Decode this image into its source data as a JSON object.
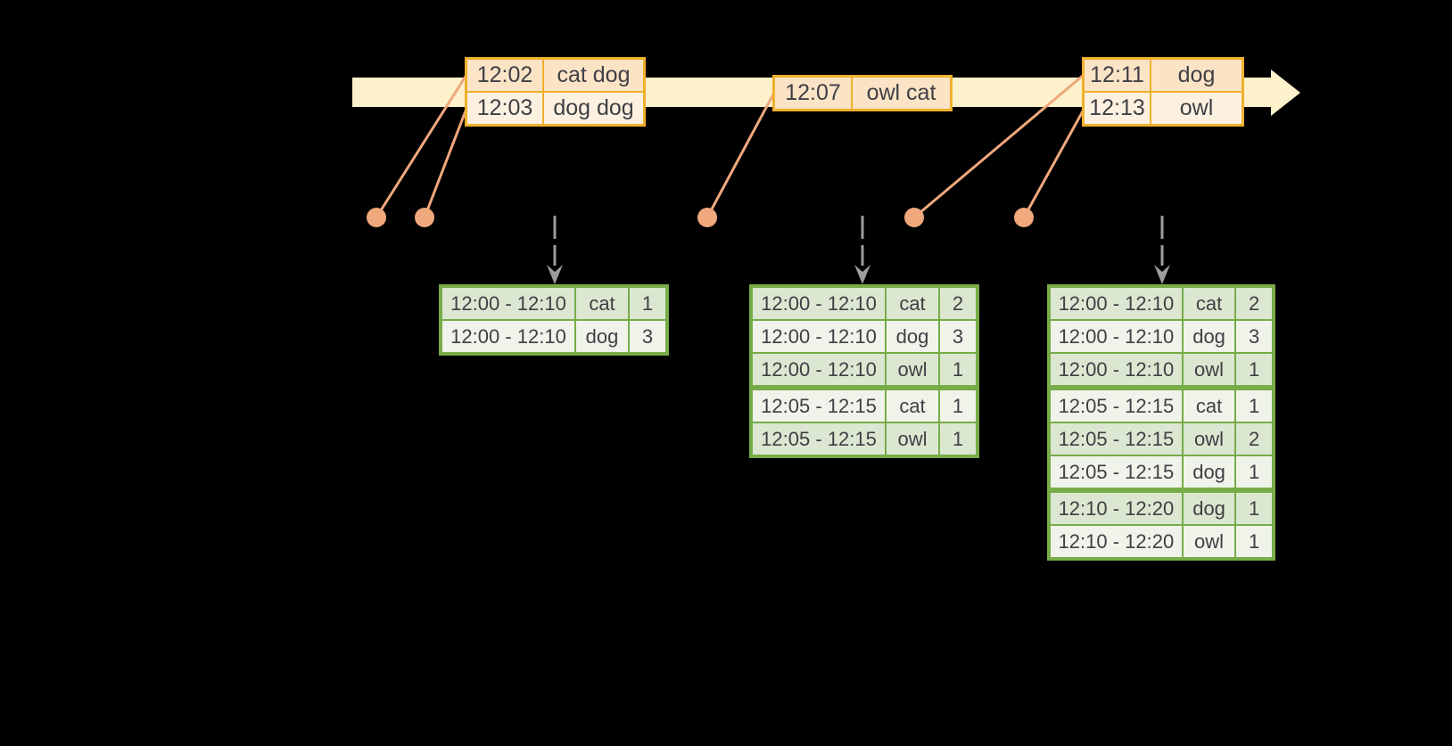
{
  "colors": {
    "background": "#000000",
    "timeline_fill": "#FCF1CB",
    "event_border": "#EFB02C",
    "event_row_a": "#FBE3C6",
    "event_row_b": "#FCF1E1",
    "marker": "#F0A87D",
    "result_border": "#77AC48",
    "result_row_a": "#DCE7D1",
    "result_row_b": "#EFF3EA",
    "trigger_gray": "#9C9C9C",
    "text": "#3F3F44"
  },
  "icons": {
    "timeline": "right-arrow-band",
    "event_marker": "orange-dot-with-leader-line",
    "trigger": "gray-dashed-down-arrow"
  },
  "event_tables": [
    {
      "rows": [
        {
          "time": "12:02",
          "words": "cat dog"
        },
        {
          "time": "12:03",
          "words": "dog dog"
        }
      ]
    },
    {
      "rows": [
        {
          "time": "12:07",
          "words": "owl cat"
        }
      ]
    },
    {
      "rows": [
        {
          "time": "12:11",
          "words": "dog"
        },
        {
          "time": "12:13",
          "words": "owl"
        }
      ]
    }
  ],
  "result_tables": [
    {
      "rows": [
        {
          "window": "12:00 - 12:10",
          "word": "cat",
          "count": "1"
        },
        {
          "window": "12:00 - 12:10",
          "word": "dog",
          "count": "3"
        }
      ]
    },
    {
      "rows": [
        {
          "window": "12:00 - 12:10",
          "word": "cat",
          "count": "2"
        },
        {
          "window": "12:00 - 12:10",
          "word": "dog",
          "count": "3"
        },
        {
          "window": "12:00 - 12:10",
          "word": "owl",
          "count": "1"
        },
        {
          "window": "12:05 - 12:15",
          "word": "cat",
          "count": "1"
        },
        {
          "window": "12:05 - 12:15",
          "word": "owl",
          "count": "1"
        }
      ]
    },
    {
      "rows": [
        {
          "window": "12:00 - 12:10",
          "word": "cat",
          "count": "2"
        },
        {
          "window": "12:00 - 12:10",
          "word": "dog",
          "count": "3"
        },
        {
          "window": "12:00 - 12:10",
          "word": "owl",
          "count": "1"
        },
        {
          "window": "12:05 - 12:15",
          "word": "cat",
          "count": "1"
        },
        {
          "window": "12:05 - 12:15",
          "word": "owl",
          "count": "2"
        },
        {
          "window": "12:05 - 12:15",
          "word": "dog",
          "count": "1"
        },
        {
          "window": "12:10 - 12:20",
          "word": "dog",
          "count": "1"
        },
        {
          "window": "12:10 - 12:20",
          "word": "owl",
          "count": "1"
        }
      ]
    }
  ]
}
